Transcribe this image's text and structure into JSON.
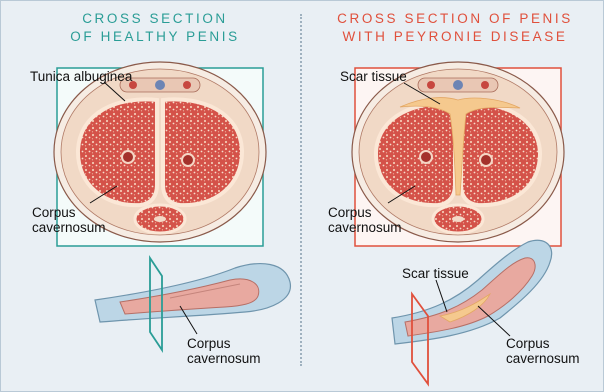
{
  "panels": [
    {
      "heading_line1": "CROSS SECTION",
      "heading_line2": "OF HEALTHY PENIS",
      "color": "#2a9d96",
      "label_tunica": "Tunica albuginea",
      "label_corpus_section_1": "Corpus",
      "label_corpus_section_2": "cavernosum",
      "label_corpus_side_1": "Corpus",
      "label_corpus_side_2": "cavernosum"
    },
    {
      "heading_line1": "CROSS SECTION OF PENIS",
      "heading_line2": "WITH PEYRONIE DISEASE",
      "color": "#e0503c",
      "label_scar_section": "Scar tissue",
      "label_corpus_section_1": "Corpus",
      "label_corpus_section_2": "cavernosum",
      "label_scar_side": "Scar tissue",
      "label_corpus_side_1": "Corpus",
      "label_corpus_side_2": "cavernosum"
    }
  ],
  "colors": {
    "background": "#e9eff4",
    "tissue": "#d9594f",
    "tunica": "#f2dcc8",
    "scar": "#f5c98e",
    "skin": "#bcd6e6",
    "shaft": "#e8a9a0"
  }
}
